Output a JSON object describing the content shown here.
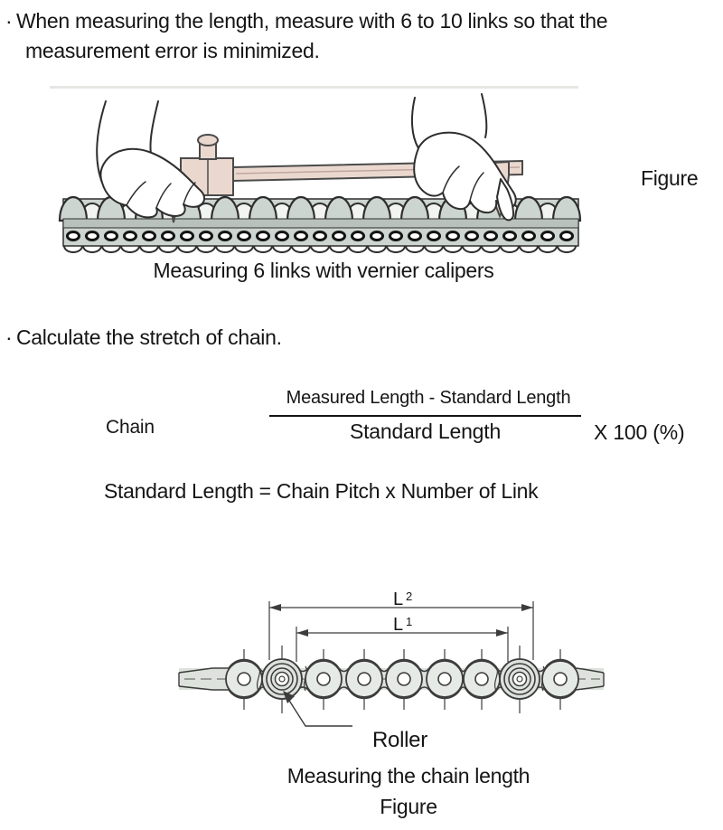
{
  "page": {
    "background": "#ffffff",
    "text_color": "#151515"
  },
  "intro_bullet": {
    "marker": "·",
    "line1": "When measuring the length, measure with 6 to 10 links so that the",
    "line2": "measurement error is minimized."
  },
  "figure1": {
    "side_label": "Figure",
    "caption": "Measuring 6 links with vernier calipers",
    "caliper_color": "#ead8cf",
    "chain_color": "#cdd5d0",
    "chain_shade": "#b9c1bc",
    "line_color": "#2e2e2e"
  },
  "calc_bullet": {
    "marker": "·",
    "text": "Calculate the stretch of chain."
  },
  "formula": {
    "label": "Chain",
    "numerator": "Measured Length - Standard Length",
    "denominator": "Standard Length",
    "multiplier": "X 100 (%)"
  },
  "definition": "Standard Length = Chain Pitch x Number of Link",
  "figure2": {
    "dim_outer_base": "L",
    "dim_outer_sub": "2",
    "dim_inner_base": "L",
    "dim_inner_sub": "1",
    "roller_label": "Roller",
    "caption": "Measuring the chain length",
    "figure_label": "Figure",
    "chain_color": "#dde2dd",
    "roller_fill": "#e6eae6",
    "line_color": "#3c3c3c"
  }
}
